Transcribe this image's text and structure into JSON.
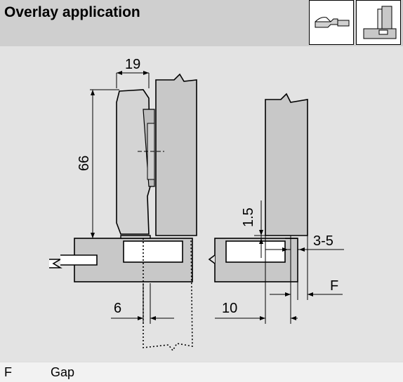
{
  "header": {
    "title": "Overlay application",
    "thumbnails": [
      "overlay-hinge-top-view-icon",
      "overlay-hinge-side-view-icon"
    ]
  },
  "diagram": {
    "dimensions": {
      "hinge_width": "19",
      "hinge_height": "66",
      "plate_offset": "1.5",
      "overlay_range": "3-5",
      "gap_label": "F",
      "drill_distance": "6",
      "edge_distance": "10"
    }
  },
  "legend": {
    "key": "F",
    "value": "Gap"
  },
  "colors": {
    "header_bg": "#cfcfcf",
    "drawing_bg": "#e3e3e3",
    "part_fill": "#c8c8c8",
    "hole_fill": "#ffffff",
    "line": "#000000"
  }
}
